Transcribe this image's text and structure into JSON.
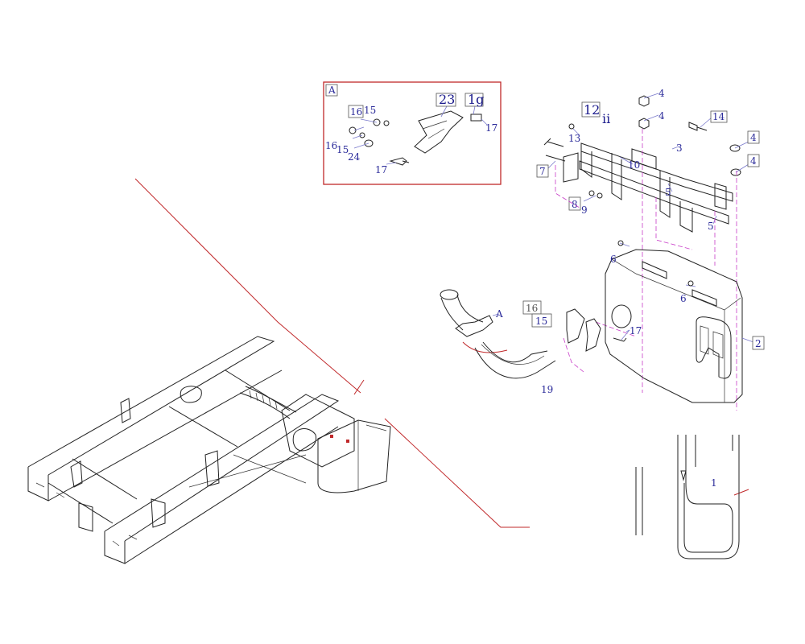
{
  "detail": {
    "label": "A"
  },
  "pipe_callout": {
    "label": "A"
  },
  "labels": {
    "n1": "1",
    "n2": "2",
    "n3": "3",
    "n4a": "4",
    "n4b": "4",
    "n4c": "4",
    "n4d": "4",
    "n5a": "5",
    "n5b": "5",
    "n6a": "6",
    "n6b": "6",
    "n7": "7",
    "n8": "8",
    "n9": "9",
    "n10": "10",
    "n12": "12",
    "n11": "ii",
    "n13": "13",
    "n14": "14",
    "n15a": "15",
    "n15b": "15",
    "n15c": "15",
    "n16a": "16",
    "n16b": "16",
    "n16c": "16",
    "n17a": "17",
    "n17b": "17",
    "n17c": "17",
    "n19a": "1g",
    "n19b": "19",
    "n23": "23",
    "n24": "24"
  },
  "colors": {
    "detail_border": "#c0282a",
    "callout_text": "#2b2b9a",
    "axis_lines": "#c83cc8"
  }
}
